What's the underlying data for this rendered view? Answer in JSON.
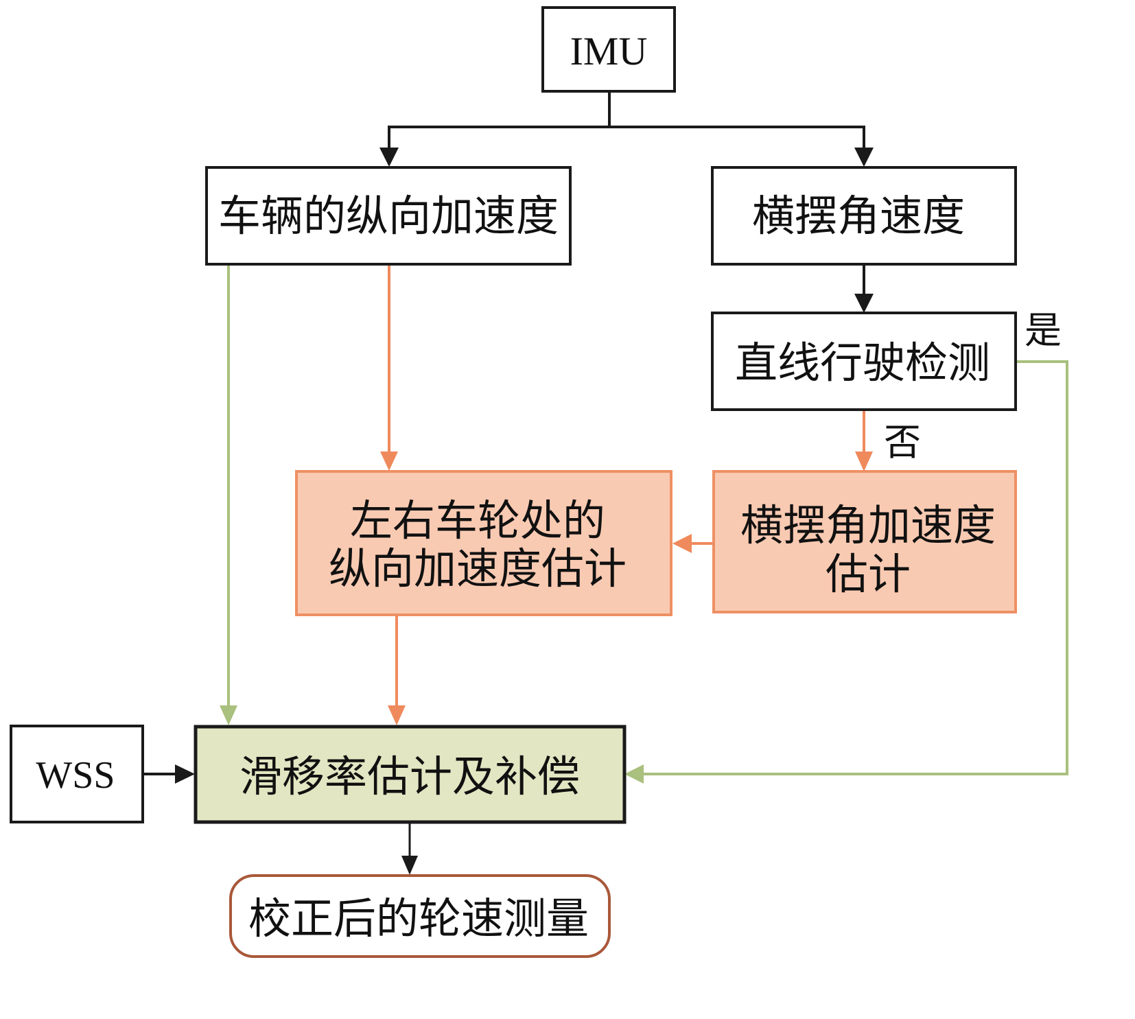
{
  "diagram": {
    "colors": {
      "black": "#1a1a1a",
      "orange_line": "#ef8a5c",
      "orange_fill": "#f9cab2",
      "orange_border": "#ee9064",
      "green_line": "#a9c07e",
      "green_fill": "#e2e6c2",
      "rounded_border": "#a9583a"
    },
    "nodes": {
      "imu": {
        "label": "IMU"
      },
      "vehicle_long_accel": {
        "label": "车辆的纵向加速度"
      },
      "yaw_rate": {
        "label": "横摆角速度"
      },
      "straight_detect": {
        "label": "直线行驶检测"
      },
      "wheel_long_accel_est": {
        "line1": "左右车轮处的",
        "line2": "纵向加速度估计"
      },
      "yaw_accel_est": {
        "line1": "横摆角加速度",
        "line2": "估计"
      },
      "wss": {
        "label": "WSS"
      },
      "slip_comp": {
        "label": "滑移率估计及补偿"
      },
      "corrected_speed": {
        "label": "校正后的轮速测量"
      }
    },
    "edge_labels": {
      "yes": "是",
      "no": "否"
    },
    "edges": [
      {
        "from": "IMU",
        "to": "车辆的纵向加速度",
        "color": "black"
      },
      {
        "from": "IMU",
        "to": "横摆角速度",
        "color": "black"
      },
      {
        "from": "横摆角速度",
        "to": "直线行驶检测",
        "color": "black"
      },
      {
        "from": "直线行驶检测",
        "to": "横摆角加速度估计",
        "label": "否",
        "color": "orange"
      },
      {
        "from": "直线行驶检测",
        "to": "滑移率估计及补偿",
        "label": "是",
        "color": "green"
      },
      {
        "from": "车辆的纵向加速度",
        "to": "左右车轮处的纵向加速度估计",
        "color": "orange"
      },
      {
        "from": "横摆角加速度估计",
        "to": "左右车轮处的纵向加速度估计",
        "color": "orange"
      },
      {
        "from": "车辆的纵向加速度",
        "to": "滑移率估计及补偿",
        "color": "green"
      },
      {
        "from": "左右车轮处的纵向加速度估计",
        "to": "滑移率估计及补偿",
        "color": "orange"
      },
      {
        "from": "WSS",
        "to": "滑移率估计及补偿",
        "color": "black"
      },
      {
        "from": "滑移率估计及补偿",
        "to": "校正后的轮速测量",
        "color": "black"
      }
    ]
  }
}
